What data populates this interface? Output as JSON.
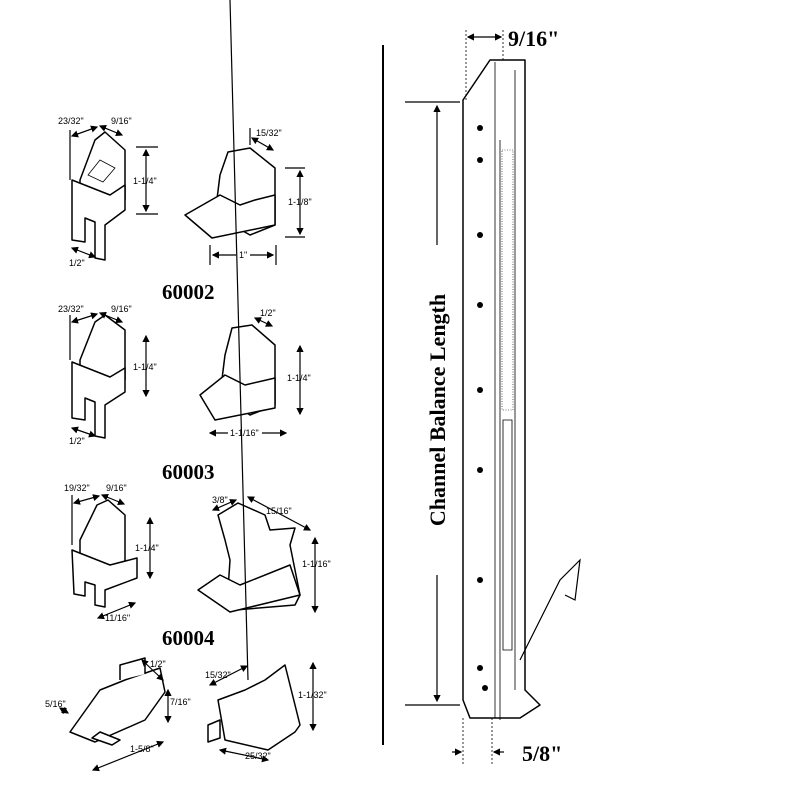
{
  "colors": {
    "line": "#000000",
    "background": "#ffffff"
  },
  "parts": [
    {
      "number": "",
      "left_dims": [
        "23/32\"",
        "9/16\"",
        "1-1/4\"",
        "1/2\""
      ],
      "right_dims": [
        "15/32\"",
        "1-1/8\"",
        "1\""
      ]
    },
    {
      "number": "60002",
      "left_dims": [
        "23/32\"",
        "9/16\"",
        "1-1/4\"",
        "1/2\""
      ],
      "right_dims": [
        "1/2\"",
        "1-1/4\"",
        "1-1/16\""
      ]
    },
    {
      "number": "60003",
      "left_dims": [
        "19/32\"",
        "9/16\"",
        "1-1/4\"",
        "11/16\""
      ],
      "right_dims": [
        "3/8\"",
        "15/16\"",
        "1-1/16\""
      ]
    },
    {
      "number": "60004",
      "left_dims": [
        "1/2\"",
        "5/16\"",
        "7/16\"",
        "1-5/8\""
      ],
      "right_dims": [
        "15/32\"",
        "1-1/32\"",
        "25/32\""
      ]
    }
  ],
  "channel": {
    "top_width": "9/16\"",
    "length_label": "Channel Balance Length",
    "bottom_width": "5/8\""
  }
}
